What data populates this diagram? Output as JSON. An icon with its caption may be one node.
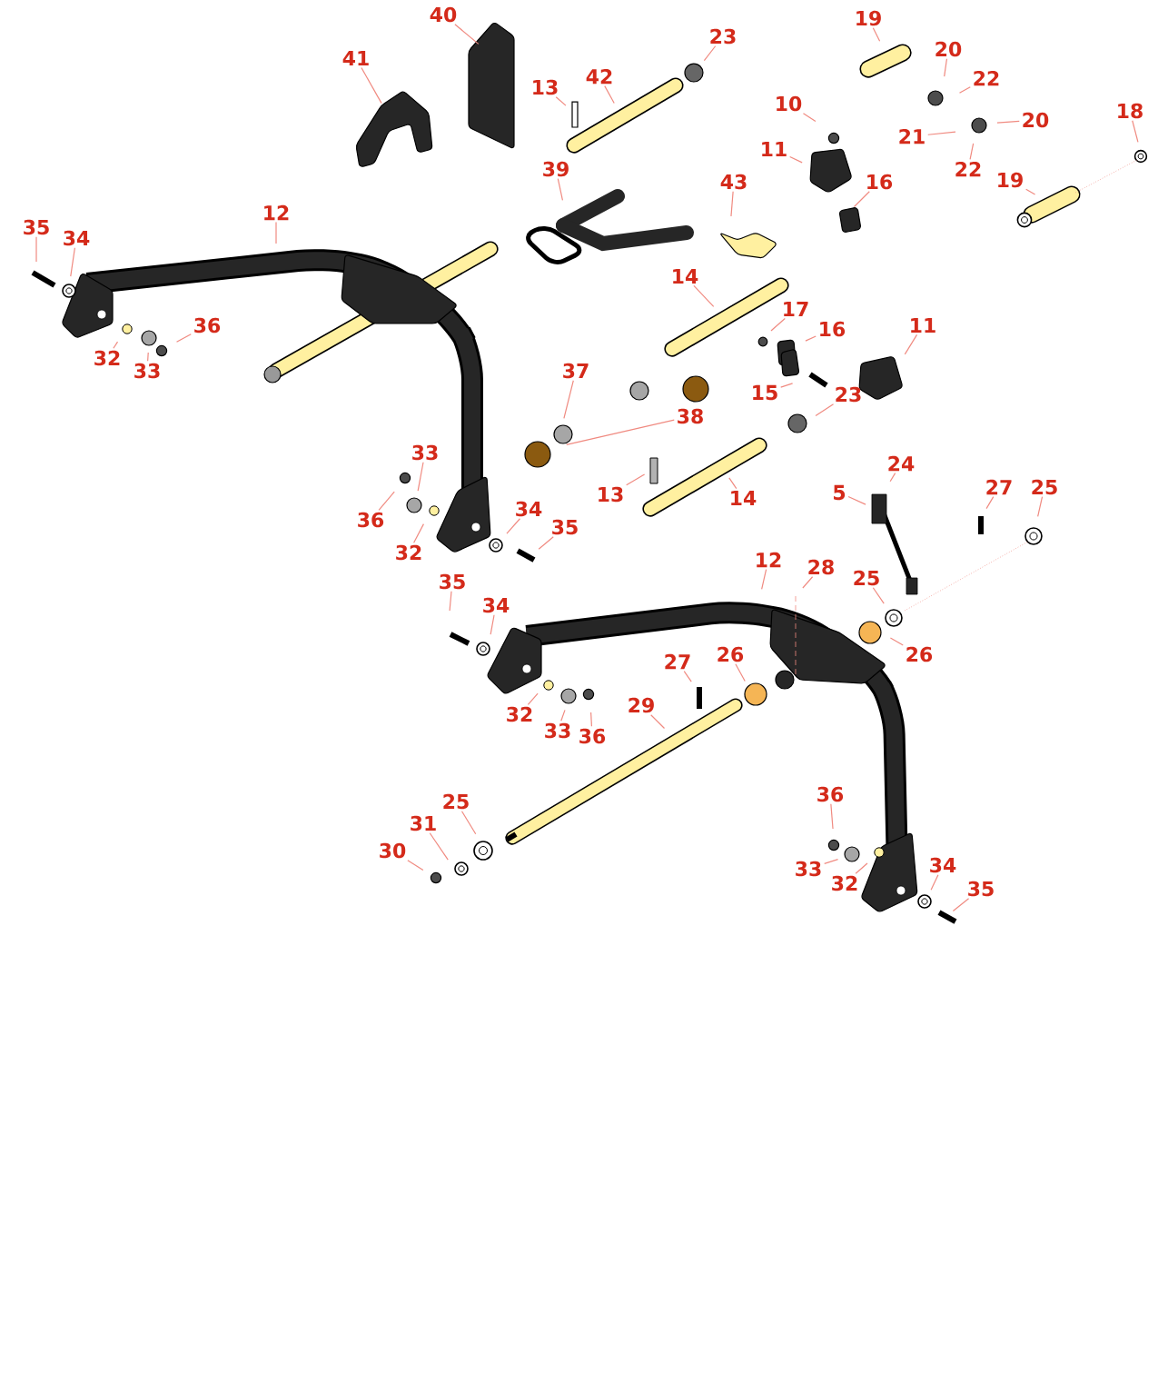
{
  "diagram": {
    "nodes": [
      {
        "text": [
          "40"
        ]
      },
      {
        "text": [
          "41"
        ]
      },
      {
        "text": [
          "13"
        ]
      },
      {
        "text": [
          "42"
        ]
      },
      {
        "text": [
          "23"
        ]
      },
      {
        "text": [
          "19"
        ]
      },
      {
        "text": [
          "20"
        ]
      },
      {
        "text": [
          "22"
        ]
      },
      {
        "text": [
          "10"
        ]
      },
      {
        "text": [
          "11"
        ]
      },
      {
        "text": [
          "21"
        ]
      },
      {
        "text": [
          "20"
        ]
      },
      {
        "text": [
          "22"
        ]
      },
      {
        "text": [
          "16"
        ]
      },
      {
        "text": [
          "18"
        ]
      },
      {
        "text": [
          "19"
        ]
      },
      {
        "text": [
          "39"
        ]
      },
      {
        "text": [
          "43"
        ]
      },
      {
        "text": [
          "12"
        ]
      },
      {
        "text": [
          "35"
        ]
      },
      {
        "text": [
          "34"
        ]
      },
      {
        "text": [
          "14"
        ]
      },
      {
        "text": [
          "17"
        ]
      },
      {
        "text": [
          "16"
        ]
      },
      {
        "text": [
          "11"
        ]
      },
      {
        "text": [
          "15"
        ]
      },
      {
        "text": [
          "23"
        ]
      },
      {
        "text": [
          "36"
        ]
      },
      {
        "text": [
          "32"
        ]
      },
      {
        "text": [
          "33"
        ]
      },
      {
        "text": [
          "37"
        ]
      },
      {
        "text": [
          "38"
        ]
      },
      {
        "text": [
          "13"
        ]
      },
      {
        "text": [
          "14"
        ]
      },
      {
        "text": [
          "24"
        ]
      },
      {
        "text": [
          "5"
        ]
      },
      {
        "text": [
          "27"
        ]
      },
      {
        "text": [
          "25"
        ]
      },
      {
        "text": [
          "33"
        ]
      },
      {
        "text": [
          "36"
        ]
      },
      {
        "text": [
          "32"
        ]
      },
      {
        "text": [
          "34"
        ]
      },
      {
        "text": [
          "35"
        ]
      },
      {
        "text": [
          "12"
        ]
      },
      {
        "text": [
          "28"
        ]
      },
      {
        "text": [
          "25"
        ]
      },
      {
        "text": [
          "26"
        ]
      },
      {
        "text": [
          "35"
        ]
      },
      {
        "text": [
          "34"
        ]
      },
      {
        "text": [
          "27"
        ]
      },
      {
        "text": [
          "26"
        ]
      },
      {
        "text": [
          "32"
        ]
      },
      {
        "text": [
          "33"
        ]
      },
      {
        "text": [
          "36"
        ]
      },
      {
        "text": [
          "29"
        ]
      },
      {
        "text": [
          "36"
        ]
      },
      {
        "text": [
          "33"
        ]
      },
      {
        "text": [
          "32"
        ]
      },
      {
        "text": [
          "34"
        ]
      },
      {
        "text": [
          "35"
        ]
      },
      {
        "text": [
          "25"
        ]
      },
      {
        "text": [
          "31"
        ]
      },
      {
        "text": [
          "30"
        ]
      }
    ],
    "edges": [
      {
        "from": 0,
        "to": null,
        "arrow": "none"
      },
      {
        "from": 1,
        "to": null,
        "arrow": "none"
      },
      {
        "from": 2,
        "to": null,
        "arrow": "none"
      },
      {
        "from": 3,
        "to": null,
        "arrow": "none"
      },
      {
        "from": 4,
        "to": null,
        "arrow": "none"
      },
      {
        "from": 5,
        "to": null,
        "arrow": "none"
      },
      {
        "from": 6,
        "to": null,
        "arrow": "none"
      },
      {
        "from": 7,
        "to": null,
        "arrow": "none"
      },
      {
        "from": 8,
        "to": null,
        "arrow": "none"
      },
      {
        "from": 9,
        "to": null,
        "arrow": "none"
      },
      {
        "from": 10,
        "to": null,
        "arrow": "none"
      },
      {
        "from": 11,
        "to": null,
        "arrow": "none"
      },
      {
        "from": 12,
        "to": null,
        "arrow": "none"
      },
      {
        "from": 13,
        "to": null,
        "arrow": "none"
      },
      {
        "from": 14,
        "to": null,
        "arrow": "none"
      },
      {
        "from": 15,
        "to": null,
        "arrow": "none"
      },
      {
        "from": 16,
        "to": null,
        "arrow": "none"
      },
      {
        "from": 17,
        "to": null,
        "arrow": "none"
      },
      {
        "from": 18,
        "to": null,
        "arrow": "none"
      },
      {
        "from": 19,
        "to": null,
        "arrow": "none"
      },
      {
        "from": 20,
        "to": null,
        "arrow": "none"
      },
      {
        "from": 21,
        "to": null,
        "arrow": "none"
      },
      {
        "from": 22,
        "to": null,
        "arrow": "none"
      },
      {
        "from": 23,
        "to": null,
        "arrow": "none"
      },
      {
        "from": 24,
        "to": null,
        "arrow": "none"
      },
      {
        "from": 25,
        "to": null,
        "arrow": "none"
      },
      {
        "from": 26,
        "to": null,
        "arrow": "none"
      },
      {
        "from": 27,
        "to": null,
        "arrow": "none"
      },
      {
        "from": 28,
        "to": null,
        "arrow": "none"
      },
      {
        "from": 29,
        "to": null,
        "arrow": "none"
      },
      {
        "from": 30,
        "to": null,
        "arrow": "none"
      },
      {
        "from": 31,
        "to": null,
        "arrow": "none"
      },
      {
        "from": 32,
        "to": null,
        "arrow": "none"
      },
      {
        "from": 33,
        "to": null,
        "arrow": "none"
      },
      {
        "from": 34,
        "to": null,
        "arrow": "none"
      },
      {
        "from": 35,
        "to": null,
        "arrow": "none"
      },
      {
        "from": 36,
        "to": null,
        "arrow": "none"
      },
      {
        "from": 37,
        "to": null,
        "arrow": "none"
      },
      {
        "from": 38,
        "to": null,
        "arrow": "none"
      },
      {
        "from": 39,
        "to": null,
        "arrow": "none"
      },
      {
        "from": 40,
        "to": null,
        "arrow": "none"
      },
      {
        "from": 41,
        "to": null,
        "arrow": "none"
      },
      {
        "from": 42,
        "to": null,
        "arrow": "none"
      },
      {
        "from": 43,
        "to": null,
        "arrow": "none"
      },
      {
        "from": 44,
        "to": null,
        "arrow": "none"
      },
      {
        "from": 45,
        "to": null,
        "arrow": "none"
      },
      {
        "from": 46,
        "to": null,
        "arrow": "none"
      },
      {
        "from": 47,
        "to": null,
        "arrow": "none"
      },
      {
        "from": 48,
        "to": null,
        "arrow": "none"
      },
      {
        "from": 49,
        "to": null,
        "arrow": "none"
      },
      {
        "from": 50,
        "to": null,
        "arrow": "none"
      },
      {
        "from": 51,
        "to": null,
        "arrow": "none"
      },
      {
        "from": 52,
        "to": null,
        "arrow": "none"
      },
      {
        "from": 53,
        "to": null,
        "arrow": "none"
      },
      {
        "from": 54,
        "to": null,
        "arrow": "none"
      },
      {
        "from": 55,
        "to": null,
        "arrow": "none"
      },
      {
        "from": 56,
        "to": null,
        "arrow": "none"
      },
      {
        "from": 57,
        "to": null,
        "arrow": "none"
      },
      {
        "from": 58,
        "to": null,
        "arrow": "none"
      },
      {
        "from": 59,
        "to": null,
        "arrow": "none"
      },
      {
        "from": 60,
        "to": null,
        "arrow": "none"
      },
      {
        "from": 61,
        "to": null,
        "arrow": "none"
      },
      {
        "from": 62,
        "to": null,
        "arrow": "none"
      }
    ]
  }
}
